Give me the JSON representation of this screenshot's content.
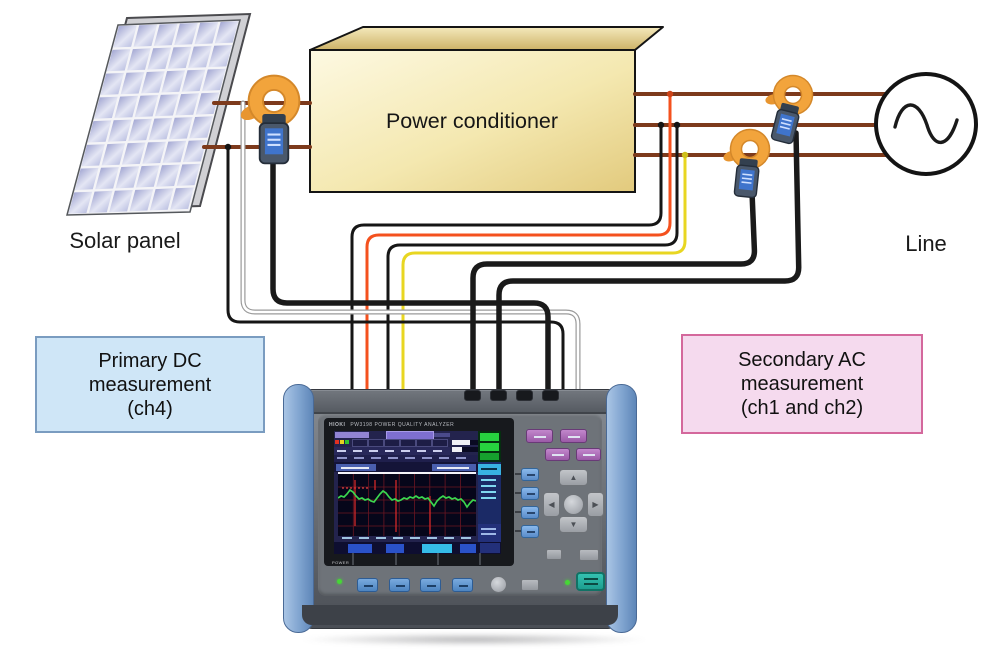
{
  "labels": {
    "solar_panel": "Solar panel",
    "power_conditioner": "Power conditioner",
    "line": "Line",
    "primary": [
      "Primary DC",
      "measurement",
      "(ch4)"
    ],
    "secondary": [
      "Secondary AC",
      "measurement",
      "(ch1 and ch2)"
    ]
  },
  "device": {
    "brand": "HIOKI",
    "model_line": "PW3198  POWER QUALITY ANALYZER",
    "power_label": "POWER"
  },
  "colors": {
    "wire_brown": "#7d3a1c",
    "wire_black": "#161616",
    "wire_orange": "#f4511e",
    "wire_yellow": "#e8d621",
    "wire_white": "#ffffff",
    "wire_gray_edge": "#9a9a9a",
    "clamp_orange": "#f2a43c",
    "primary_box_bg": "#cfe6f7",
    "primary_box_border": "#7a9cc0",
    "secondary_box_bg": "#f5daee",
    "secondary_box_border": "#d4689c"
  }
}
